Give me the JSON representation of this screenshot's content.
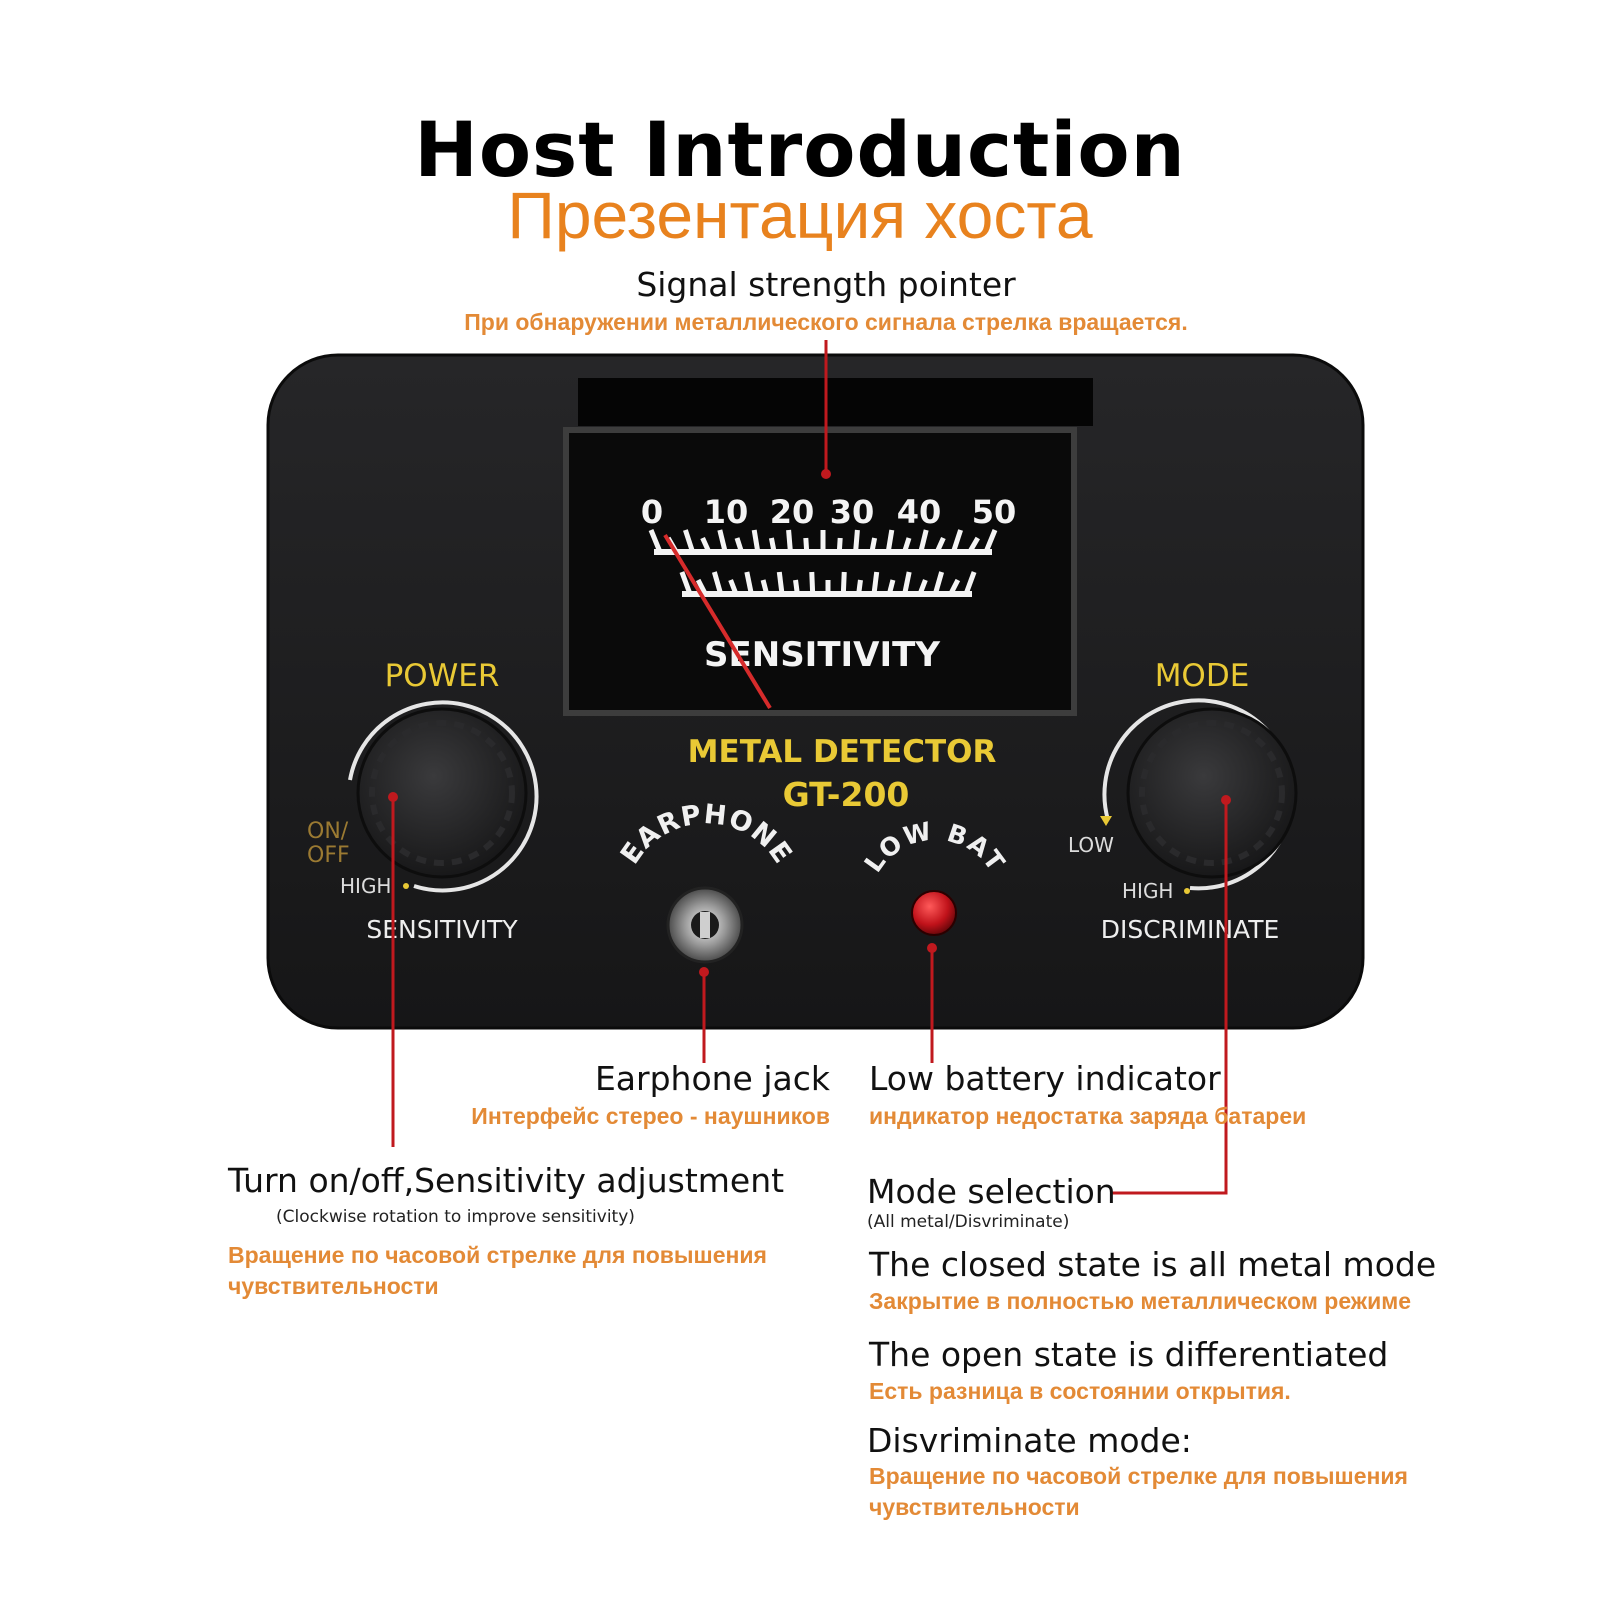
{
  "title": {
    "en": "Host Introduction",
    "ru": "Презентация хоста"
  },
  "device": {
    "meter": {
      "scale": [
        "0",
        "10",
        "20",
        "30",
        "40",
        "50"
      ],
      "label": "SENSITIVITY"
    },
    "power_label": "POWER",
    "on_off_top": "ON/",
    "on_off_bottom": "OFF",
    "power_high": "HIGH",
    "power_sensitivity": "SENSITIVITY",
    "brand": "METAL DETECTOR",
    "model": "GT-200",
    "earphone": "EARPHONE",
    "low_bat": "LOW BAT",
    "mode_label": "MODE",
    "mode_low": "LOW",
    "mode_high": "HIGH",
    "discriminate": "DISCRIMINATE",
    "colors": {
      "body": "#1c1c1e",
      "gold": "#e9c935",
      "pointer": "#d62b2b",
      "callout": "#c0191e",
      "led": "#c0121a"
    }
  },
  "callouts": {
    "signal": {
      "en": "Signal strength pointer",
      "ru": "При обнаружении металлического сигнала стрелка вращается."
    },
    "earphone": {
      "en": "Earphone jack",
      "ru": "Интерфейс стерео - наушников"
    },
    "lowbat": {
      "en": "Low battery indicator",
      "ru": "индикатор недостатка заряда батареи"
    },
    "power": {
      "en": "Turn on/off,Sensitivity adjustment",
      "note": "(Clockwise rotation to improve sensitivity)",
      "ru_line1": "Вращение по часовой стрелке для повышения",
      "ru_line2": "чувствительности"
    },
    "mode": {
      "en": "Mode selection",
      "note": "(All metal/Disvriminate)",
      "closed_en": "The closed state is all metal mode",
      "closed_ru": "Закрытие в полностью металлическом режиме",
      "open_en": "The open state is differentiated",
      "open_ru": "Есть разница в состоянии открытия.",
      "disc_en": "Disvriminate mode:",
      "disc_ru_line1": "Вращение по часовой стрелке для повышения",
      "disc_ru_line2": "чувствительности"
    }
  }
}
